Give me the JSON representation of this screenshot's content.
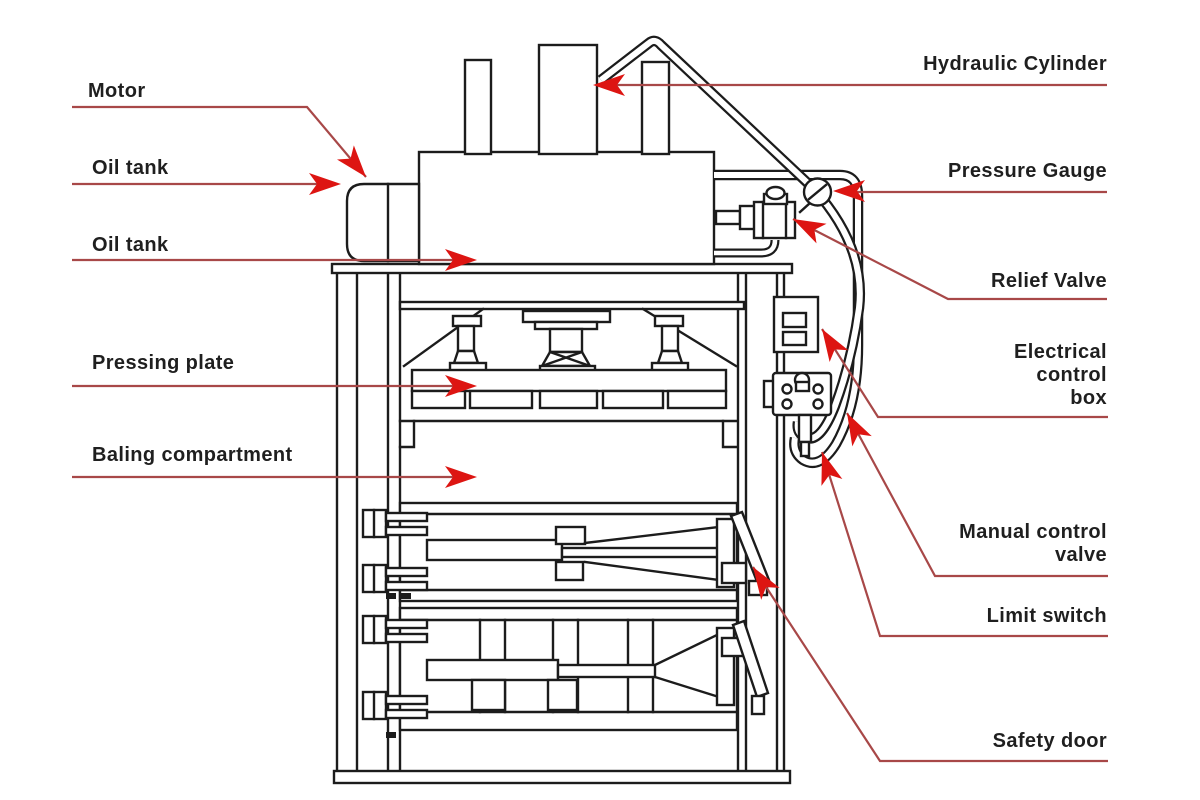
{
  "diagram": {
    "subject": "Vertical hydraulic baling press machine — labeled parts diagram",
    "colors": {
      "background": "#ffffff",
      "line": "#1c1c1c",
      "leader": "#a84848",
      "arrow": "#dd1512",
      "text": "#1f1f1f"
    },
    "labels": {
      "motor": {
        "text": "Motor"
      },
      "oil_tank_upper": {
        "text": "Oil tank"
      },
      "oil_tank_lower": {
        "text": "Oil tank"
      },
      "pressing_plate": {
        "text": "Pressing plate"
      },
      "baling_compartment": {
        "text": "Baling compartment"
      },
      "hydraulic_cylinder": {
        "text": "Hydraulic Cylinder"
      },
      "pressure_gauge": {
        "text": "Pressure Gauge"
      },
      "relief_valve": {
        "text": "Relief Valve"
      },
      "electrical_control_box": {
        "text": "Electrical\ncontrol\nbox"
      },
      "manual_control_valve": {
        "text": "Manual control\nvalve"
      },
      "limit_switch": {
        "text": "Limit switch"
      },
      "safety_door": {
        "text": "Safety door"
      }
    }
  }
}
